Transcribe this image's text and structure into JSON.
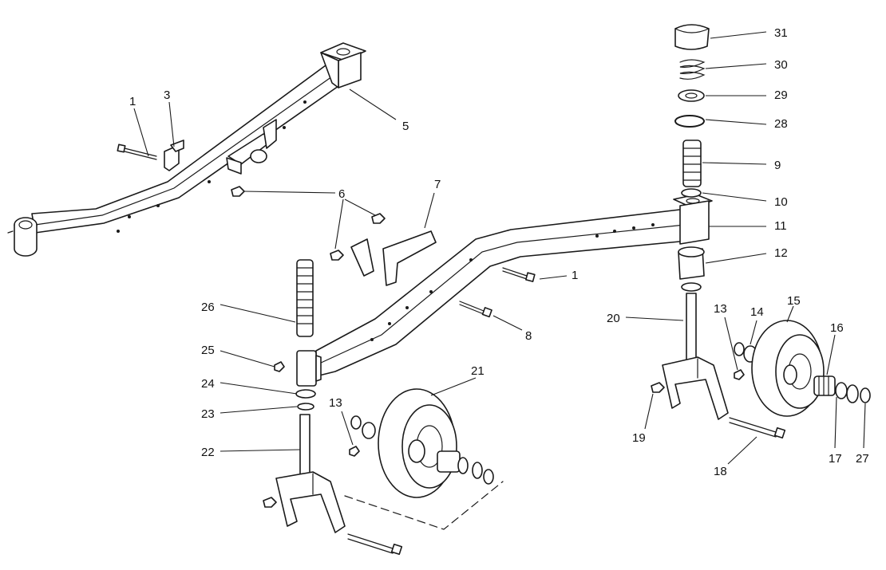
{
  "callouts": {
    "c1a": "1",
    "c1b": "1",
    "c3": "3",
    "c5": "5",
    "c6": "6",
    "c7": "7",
    "c8": "8",
    "c9": "9",
    "c10": "10",
    "c11": "11",
    "c12": "12",
    "c13a": "13",
    "c13b": "13",
    "c14": "14",
    "c15": "15",
    "c16": "16",
    "c17": "17",
    "c18": "18",
    "c19": "19",
    "c20": "20",
    "c21": "21",
    "c22": "22",
    "c23": "23",
    "c24": "24",
    "c25": "25",
    "c26": "26",
    "c27": "27",
    "c28": "28",
    "c29": "29",
    "c30": "30",
    "c31": "31"
  }
}
